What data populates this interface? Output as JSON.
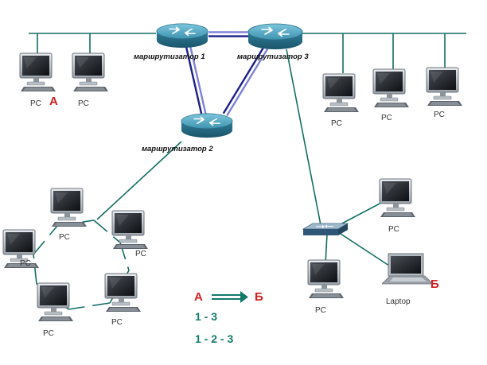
{
  "routers": {
    "r1": "маршрутизатор  1",
    "r2": "маршрутизатор  2",
    "r3": "маршрутизатор  3"
  },
  "pc_label": "PC",
  "laptop_label": "Laptop",
  "markers": {
    "a": "А",
    "b": "Б"
  },
  "legend": {
    "from": "А",
    "to": "Б",
    "path1": "1 - 3",
    "path2": "1 - 2 - 3"
  },
  "colors": {
    "bus": "#146e63",
    "router_top": "#5fb0c9",
    "router_side": "#2a6f88",
    "link_double": "#1c1f8a",
    "marker": "#d31f1f",
    "legend_text": "#137a6a"
  },
  "icons": [
    "router-icon",
    "monitor-icon",
    "switch-icon",
    "laptop-icon",
    "arrow-right-icon"
  ]
}
